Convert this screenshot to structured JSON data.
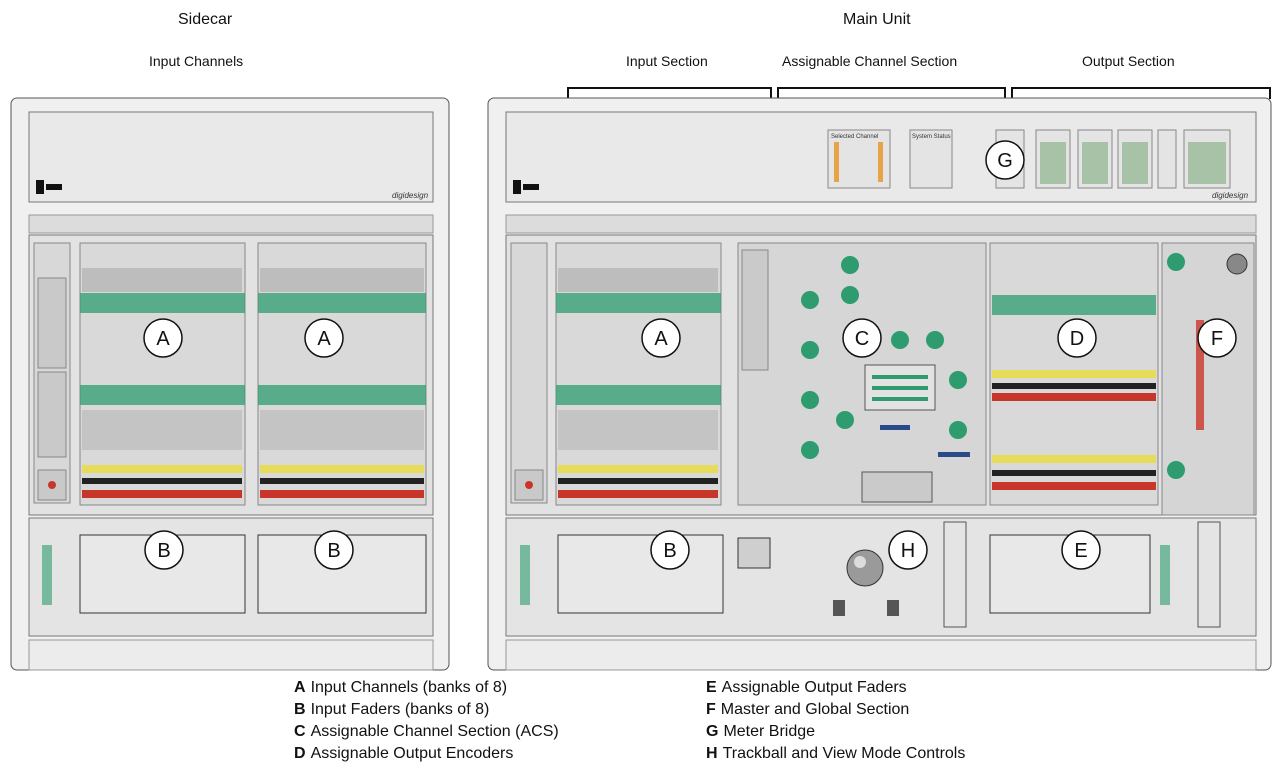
{
  "headings": {
    "sidecar": "Sidecar",
    "main_unit": "Main Unit"
  },
  "section_labels": {
    "input_channels": "Input Channels",
    "input_section": "Input Section",
    "assignable_channel_section": "Assignable Channel Section",
    "output_section": "Output Section"
  },
  "callouts": [
    "A",
    "B",
    "C",
    "D",
    "E",
    "F",
    "G",
    "H"
  ],
  "legend": [
    {
      "key": "A",
      "text": "Input Channels (banks of 8)"
    },
    {
      "key": "B",
      "text": "Input Faders (banks of 8)"
    },
    {
      "key": "C",
      "text": "Assignable Channel Section (ACS)"
    },
    {
      "key": "D",
      "text": "Assignable Output Encoders"
    },
    {
      "key": "E",
      "text": "Assignable Output Faders"
    },
    {
      "key": "F",
      "text": "Master and Global Section"
    },
    {
      "key": "G",
      "text": "Meter Bridge"
    },
    {
      "key": "H",
      "text": "Trackball and View Mode Controls"
    }
  ],
  "panel_text": {
    "brand": "digidesign",
    "selected_channel": "Selected Channel",
    "system_status": "System Status"
  },
  "colors": {
    "panel": "#e8e8e8",
    "panel_dark": "#cfcfcf",
    "encoder": "#2e9c6e",
    "button_red": "#c8362b",
    "button_yellow": "#e6dc5a",
    "button_green": "#4aa06a",
    "outline": "#333333"
  }
}
